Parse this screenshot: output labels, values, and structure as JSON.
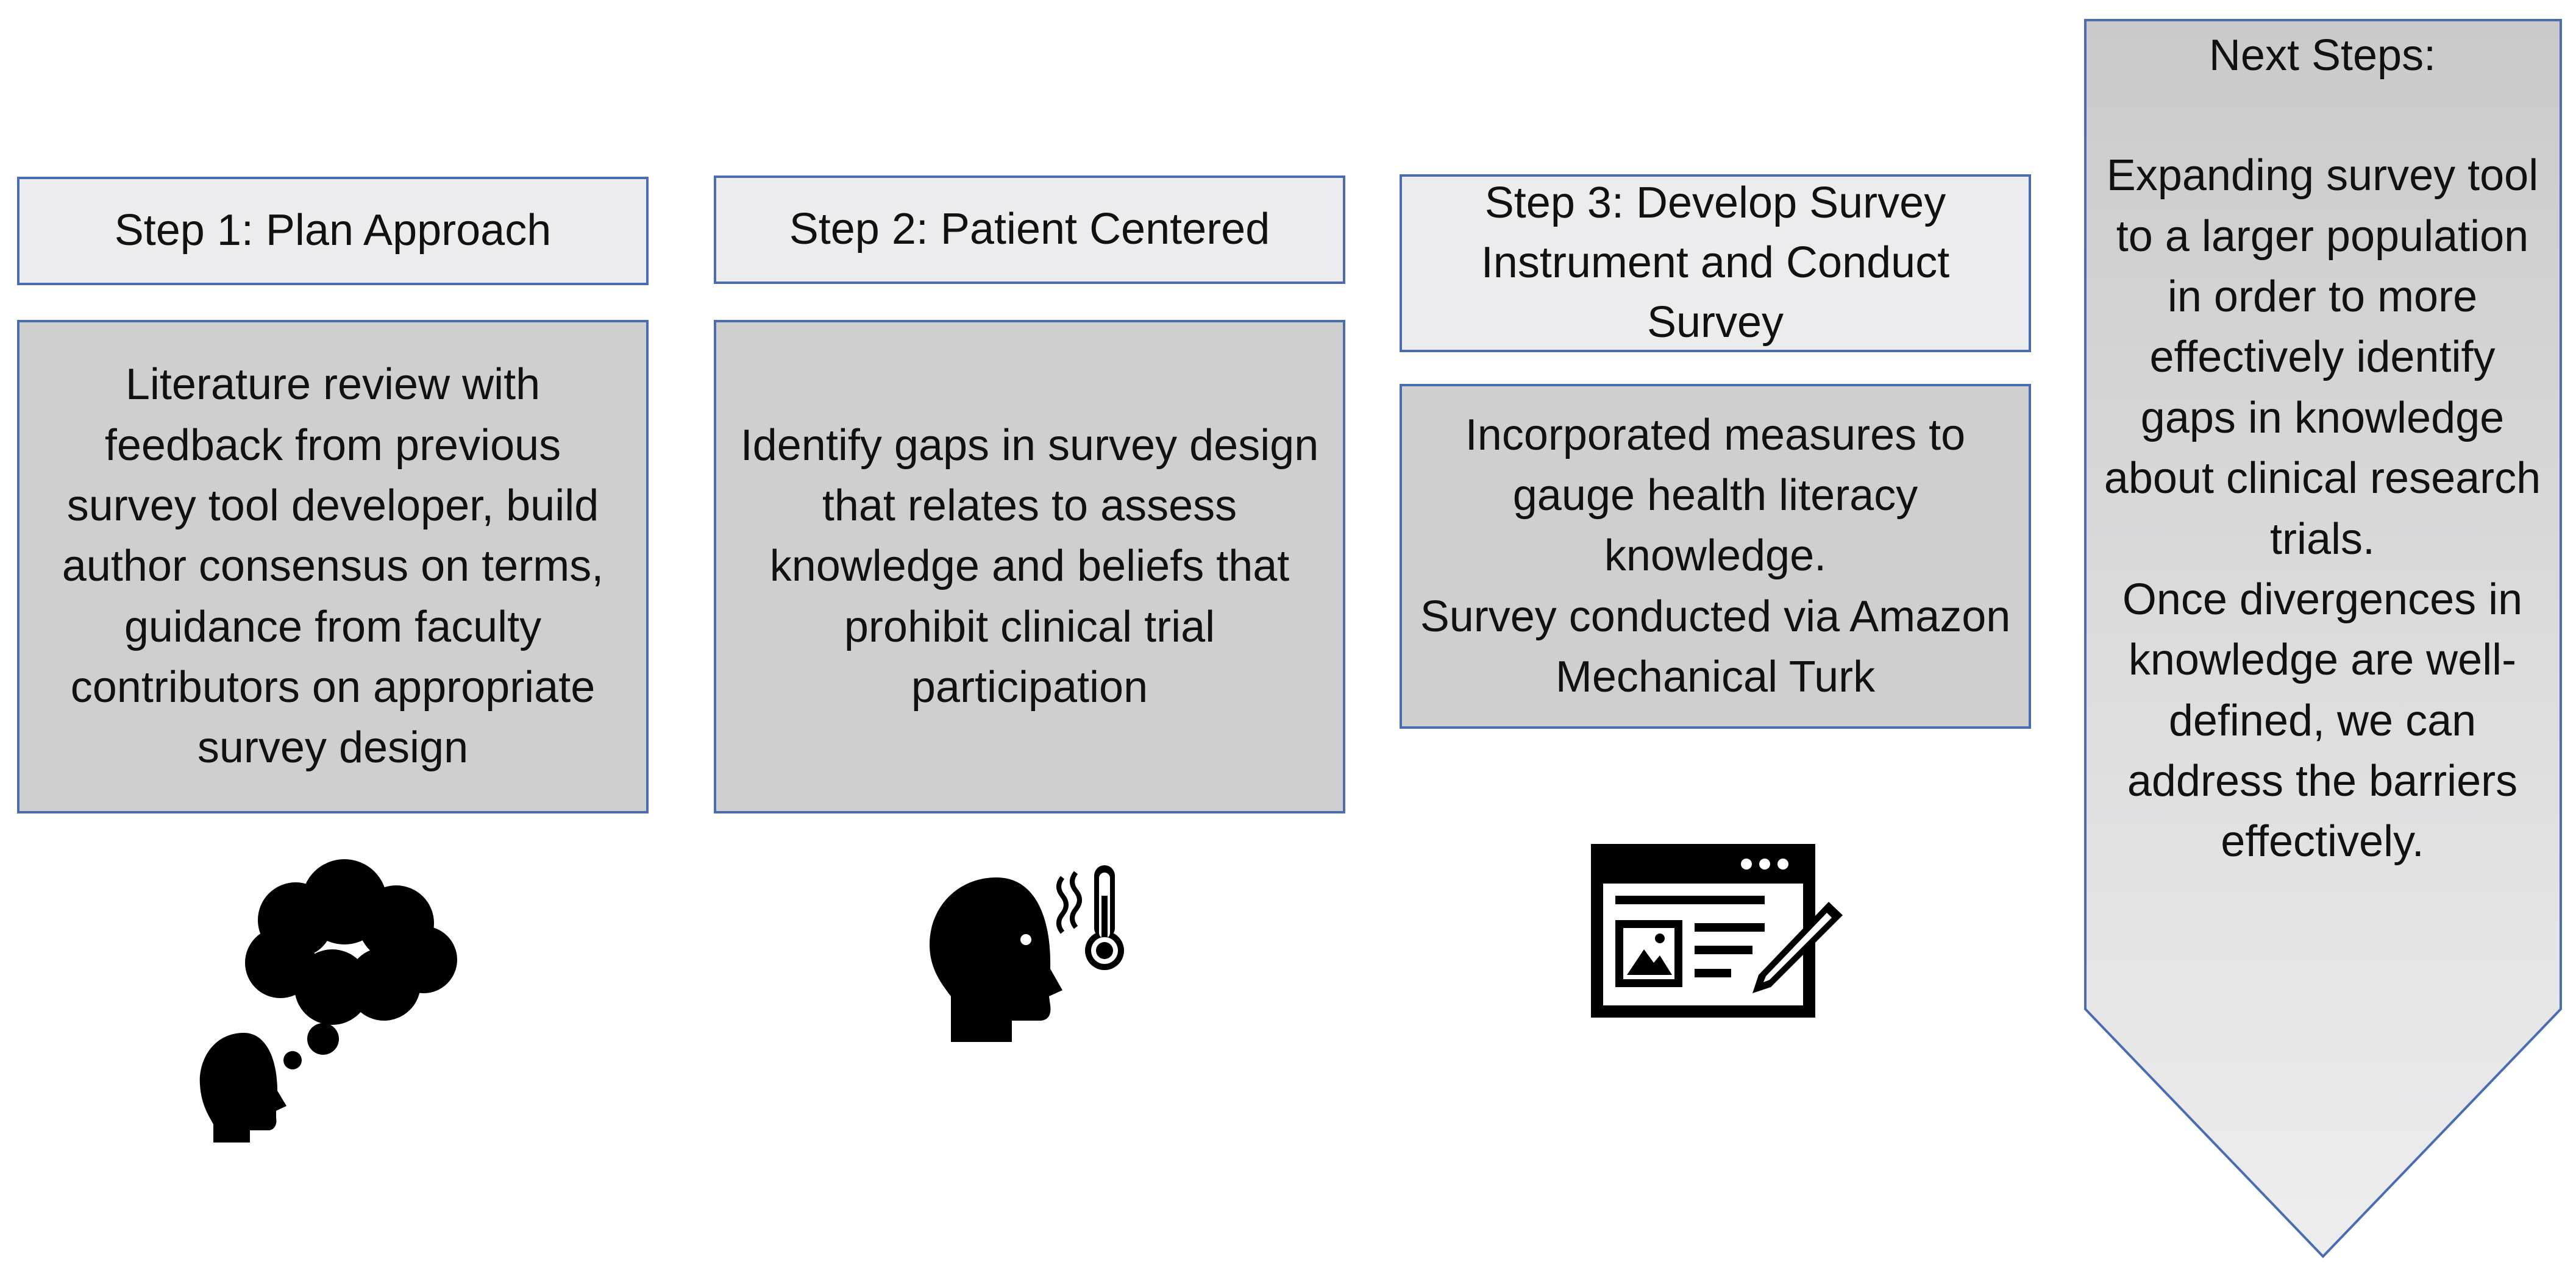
{
  "steps": [
    {
      "header": "Step 1: Plan Approach",
      "body": "Literature review with feedback from previous survey tool developer, build author consensus on terms, guidance from faculty contributors on appropriate survey design",
      "icon": "thinking-head-icon"
    },
    {
      "header": "Step 2: Patient Centered",
      "body": "Identify gaps in survey design that relates to assess knowledge and beliefs that prohibit clinical trial participation",
      "icon": "head-thermometer-icon"
    },
    {
      "header": "Step 3: Develop Survey Instrument and Conduct Survey",
      "body_line1": "Incorporated measures to gauge health literacy knowledge.",
      "body_line2": "Survey conducted via Amazon Mechanical Turk",
      "icon": "web-form-edit-icon"
    }
  ],
  "next_steps": {
    "title": "Next Steps:",
    "paragraph1": "Expanding survey tool to a larger population in order to more effectively identify gaps in knowledge about clinical research trials.",
    "paragraph2": "Once divergences in knowledge are well-defined, we can address the barriers effectively."
  },
  "colors": {
    "header_fill": "#ececee",
    "body_fill": "#cfcfd0",
    "border": "#4a6cb3",
    "icon": "#000000"
  }
}
